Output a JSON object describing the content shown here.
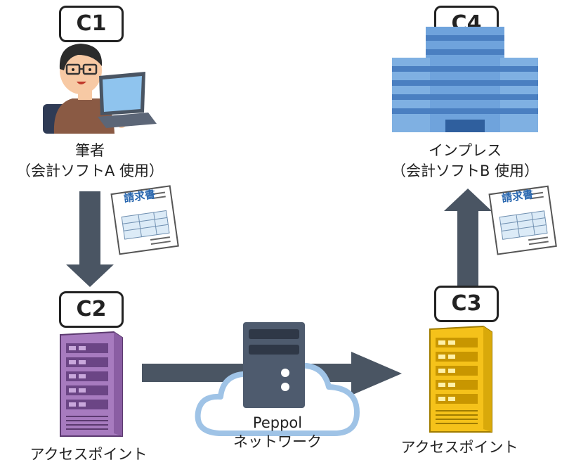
{
  "nodes": {
    "c1": {
      "badge": "C1",
      "name": "筆者",
      "detail": "（会計ソフトA 使用）"
    },
    "c2": {
      "badge": "C2",
      "name": "アクセスポイント"
    },
    "c3": {
      "badge": "C3",
      "name": "アクセスポイント"
    },
    "c4": {
      "badge": "C4",
      "name": "インプレス",
      "detail": "（会計ソフトB 使用）"
    }
  },
  "network": {
    "line1": "Peppol",
    "line2": "ネットワーク"
  },
  "documents": {
    "invoice_title": "請求書"
  },
  "colors": {
    "arrow": "#4a5563",
    "server_c2": "#a77bbf",
    "server_c3": "#f5c21a",
    "building": "#6fa3dc",
    "cloud_stroke": "#9fc3e6",
    "network_server": "#4e5b6e"
  }
}
